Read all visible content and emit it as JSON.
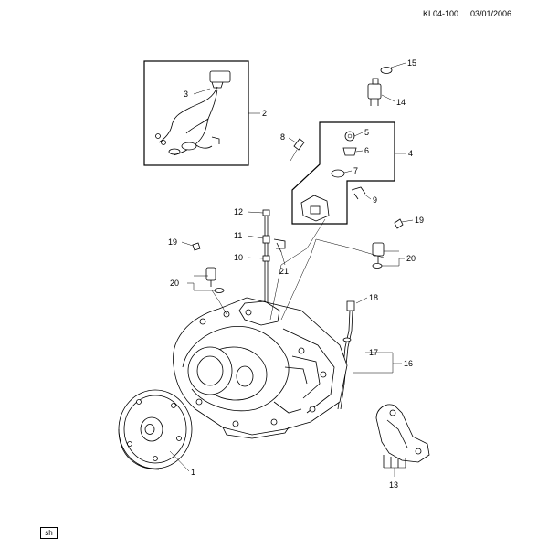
{
  "header": {
    "code": "KL04-100",
    "date": "03/01/2006"
  },
  "badge": "sh",
  "callouts": {
    "c1": "1",
    "c2": "2",
    "c3": "3",
    "c4": "4",
    "c5": "5",
    "c6": "6",
    "c7": "7",
    "c8": "8",
    "c9": "9",
    "c10": "10",
    "c11": "11",
    "c12": "12",
    "c13": "13",
    "c14": "14",
    "c15": "15",
    "c16": "16",
    "c17": "17",
    "c18": "18",
    "c19a": "19",
    "c19b": "19",
    "c20a": "20",
    "c20b": "20",
    "c21": "21"
  }
}
